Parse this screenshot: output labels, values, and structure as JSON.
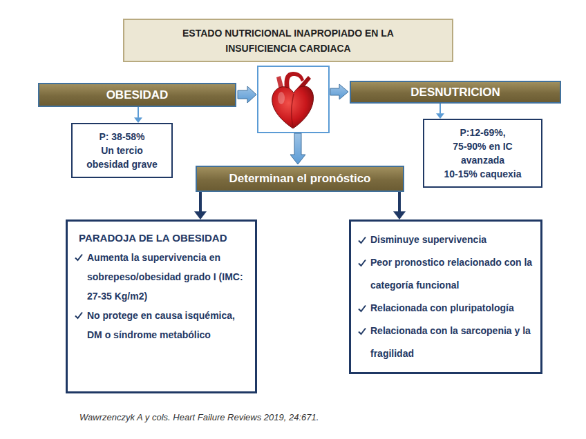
{
  "diagram": {
    "title": "ESTADO NUTRICIONAL INAPROPIADO EN LA INSUFICIENCIA CARDIACA",
    "caption": "Wawrzenczyk A y cols. Heart Failure Reviews 2019, 24:671.",
    "nodes": [
      {
        "text": [
          "OBESIDAD"
        ]
      },
      {
        "text": [
          "DESNUTRICION"
        ]
      },
      {
        "text": [
          "P: 38-58%",
          "Un tercio obesidad grave"
        ]
      },
      {
        "text": [
          "P:12-69%,",
          "75-90% en IC avanzada",
          "10-15% caquexia"
        ]
      },
      {
        "text": [
          "Determinan el pronóstico"
        ]
      },
      {
        "text": [
          "PARADOJA DE LA OBESIDAD",
          "Aumenta la supervivencia en sobrepeso/obesidad grado I (IMC: 27-35 Kg/m2)",
          "No protege en causa isquémica, DM o síndrome metabólico"
        ]
      },
      {
        "text": [
          "Disminuye supervivencia",
          "Peor pronostico relacionado con la categoría funcional",
          "Relacionada con pluripatología",
          "Relacionada con la sarcopenia y la fragilidad"
        ]
      }
    ],
    "edges": [
      {
        "from": 0,
        "to": 2,
        "arrow": "to"
      },
      {
        "from": 1,
        "to": 3,
        "arrow": "to"
      },
      {
        "from": 4,
        "to": 5,
        "arrow": "to"
      },
      {
        "from": 4,
        "to": 6,
        "arrow": "to"
      }
    ]
  }
}
